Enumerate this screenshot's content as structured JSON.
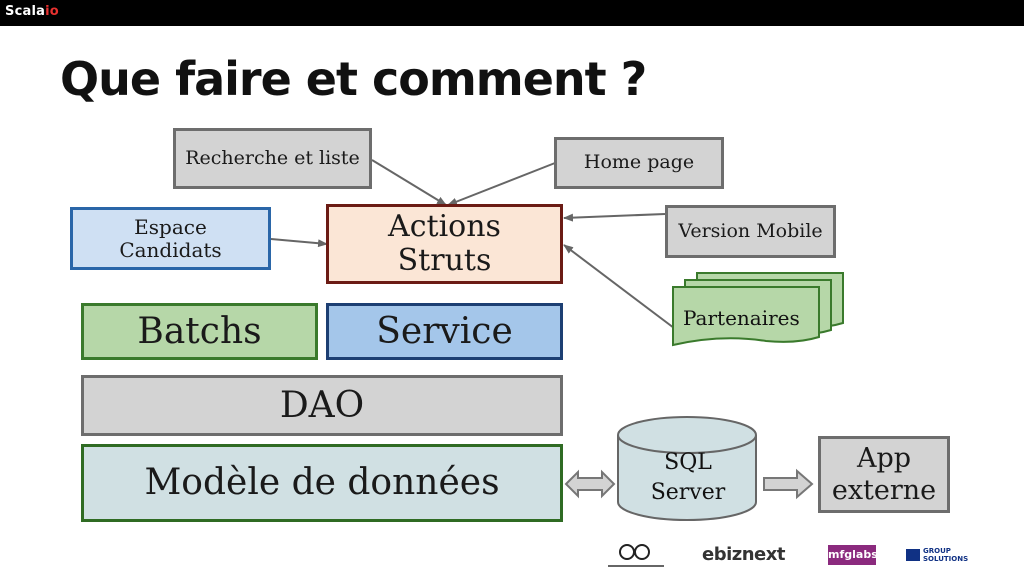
{
  "brand": {
    "name": "Scala",
    "accent": "io"
  },
  "slide": {
    "title": "Que faire et comment ?"
  },
  "diagram": {
    "recherche": "Recherche et liste",
    "home_page": "Home page",
    "espace_line1": "Espace",
    "espace_line2": "Candidats",
    "actions_line1": "Actions",
    "actions_line2": "Struts",
    "version_mobile": "Version Mobile",
    "partenaires": "Partenaires",
    "batchs": "Batchs",
    "service": "Service",
    "dao": "DAO",
    "modele": "Modèle de données",
    "sql_line1": "SQL",
    "sql_line2": "Server",
    "app_line1": "App",
    "app_line2": "externe"
  },
  "sponsors": {
    "ebiz": "ebiznext",
    "mfg": "mfglabs.",
    "axa_line1": "GROUP",
    "axa_line2": "SOLUTIONS"
  }
}
